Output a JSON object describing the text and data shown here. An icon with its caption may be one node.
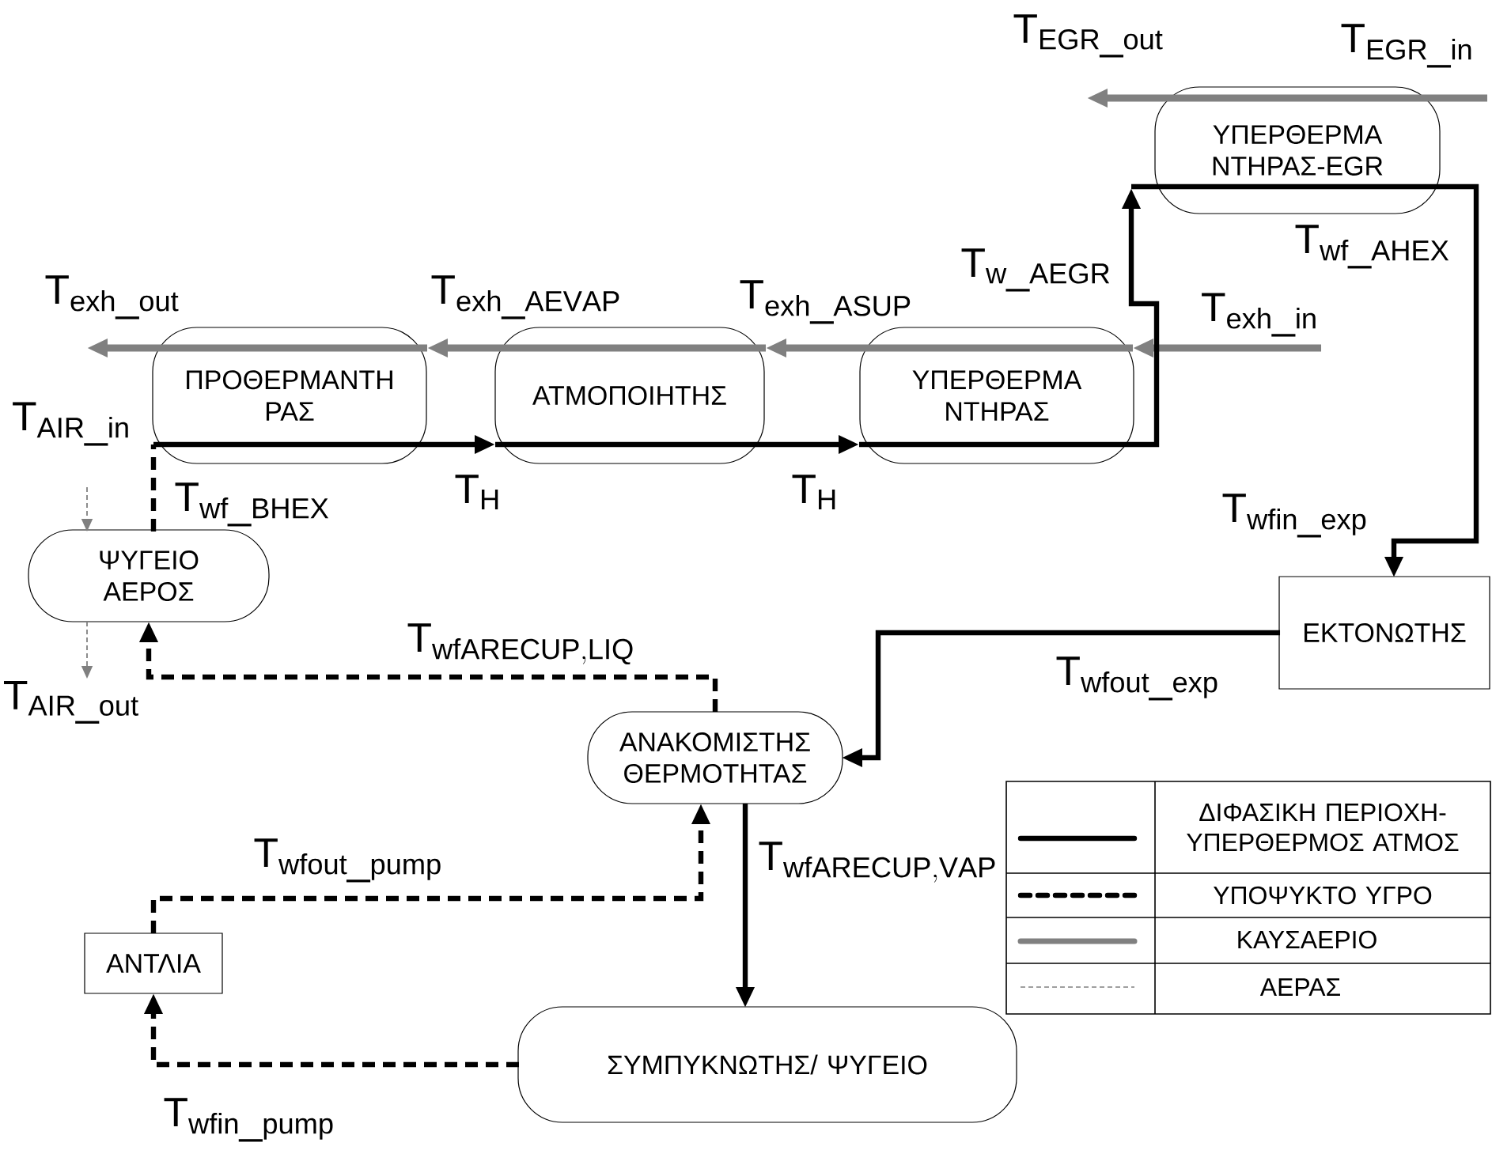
{
  "diagram": {
    "nodes": [
      {
        "text": [
          "ΥΠΕΡΘΕΡΜΑ ΝΤΗΡΑΣ-EGR"
        ]
      },
      {
        "text": [
          "ΠΡΟΘΕΡΜΑΝΤΗ ΡΑΣ"
        ]
      },
      {
        "text": [
          "ΑΤΜΟΠΟΙΗΤΗΣ"
        ]
      },
      {
        "text": [
          "ΥΠΕΡΘΕΡΜΑ ΝΤΗΡΑΣ"
        ]
      },
      {
        "text": [
          "ΨΥΓΕΙΟ ΑΕΡΟΣ"
        ]
      },
      {
        "text": [
          "ΕΚΤΟΝΩΤΗΣ"
        ]
      },
      {
        "text": [
          "ΑΝΑΚΟΜΙΣΤΗΣ ΘΕΡΜΟΤΗΤΑΣ"
        ]
      },
      {
        "text": [
          "ΑΝΤΛΙΑ"
        ]
      },
      {
        "text": [
          "ΣΥΜΠΥΚΝΩΤΗΣ/ ΨΥΓΕΙΟ"
        ]
      },
      {
        "text": [
          "\\mathrm{T}_{\\mathrm{AIR\\_in}}"
        ]
      },
      {
        "text": [
          "\\mathrm{T}_{\\mathrm{AIR\\_out}}"
        ]
      },
      {
        "text": [
          "\\mathrm{T}_{\\mathrm{exh\\_in}}"
        ]
      }
    ],
    "edges": [
      {
        "from": 0,
        "to": null,
        "arrow": "to",
        "color": "#808080"
      },
      {
        "from": 11,
        "to": 3,
        "arrow": "to",
        "color": "#808080"
      },
      {
        "from": 3,
        "to": 2,
        "arrow": "to",
        "color": "#808080"
      },
      {
        "from": 2,
        "to": 1,
        "arrow": "to",
        "color": "#808080"
      },
      {
        "from": 1,
        "to": null,
        "arrow": "to",
        "color": "#808080"
      },
      {
        "from": 1,
        "to": 2,
        "arrow": "to"
      },
      {
        "from": 2,
        "to": 3,
        "arrow": "to"
      },
      {
        "from": 3,
        "to": 0,
        "arrow": "to"
      },
      {
        "from": 0,
        "to": 5,
        "arrow": "to"
      },
      {
        "from": 5,
        "to": 6,
        "arrow": "to"
      },
      {
        "from": 6,
        "to": 8,
        "arrow": "to"
      },
      {
        "from": 8,
        "to": 7,
        "arrow": "to",
        "style": "dashed"
      },
      {
        "from": 7,
        "to": 6,
        "arrow": "to",
        "style": "dashed"
      },
      {
        "from": 6,
        "to": 4,
        "arrow": "to",
        "style": "dashed"
      },
      {
        "from": 4,
        "to": 1,
        "arrow": "none",
        "style": "dashed"
      },
      {
        "from": 9,
        "to": 4,
        "arrow": "to",
        "style": "dashed",
        "color": "#808080"
      },
      {
        "from": 4,
        "to": 10,
        "arrow": "to",
        "style": "dashed",
        "color": "#808080"
      }
    ],
    "labels": [
      "\\mathrm{T}_{\\mathrm{EGR\\_out}}",
      "\\mathrm{T}_{\\mathrm{EGR\\_in}}",
      "\\mathrm{T}_{\\mathrm{w\\_AEGR}}",
      "\\mathrm{T}_{\\mathrm{wf\\_AHEX}}",
      "\\mathrm{T}_{\\mathrm{exh\\_out}}",
      "\\mathrm{T}_{\\mathrm{exh\\_AEVAP}}",
      "\\mathrm{T}_{\\mathrm{exh\\_ASUP}}",
      "\\mathrm{T}_{\\mathrm{wf\\_BHEX}}",
      "\\mathrm{T}_{\\mathrm{H}}",
      "\\mathrm{T}_{\\mathrm{H}}",
      "\\mathrm{T}_{\\mathrm{wfin\\_exp}}",
      "\\mathrm{T}_{\\mathrm{wfARECUP,LIQ}}",
      "\\mathrm{T}_{\\mathrm{wfout\\_exp}}",
      "\\mathrm{T}_{\\mathrm{wfout\\_pump}}",
      "\\mathrm{T}_{\\mathrm{wfARECUP,VAP}}",
      "\\mathrm{T}_{\\mathrm{wfin\\_pump}}"
    ],
    "legend": [
      {
        "text": "ΔΙΦΑΣΙΚΗ ΠΕΡΙΟΧΗ- ΥΠΕΡΘΕΡΜΟΣ ΑΤΜΟΣ"
      },
      {
        "text": "ΥΠΟΨΥΚΤΟ ΥΓΡΟ"
      },
      {
        "text": "ΚΑΥΣΑΕΡΙΟ"
      },
      {
        "text": "ΑΕΡΑΣ"
      }
    ]
  }
}
